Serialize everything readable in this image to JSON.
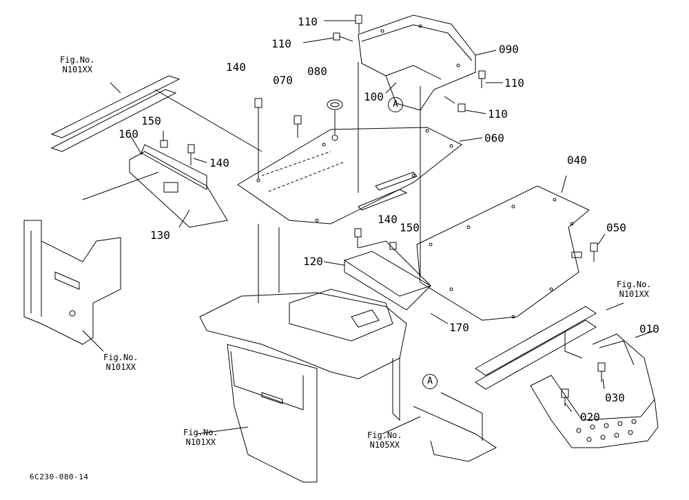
{
  "part_numbers": {
    "p010": "010",
    "p020": "020",
    "p030": "030",
    "p040": "040",
    "p050": "050",
    "p060": "060",
    "p070": "070",
    "p080": "080",
    "p090": "090",
    "p100": "100",
    "p110": "110",
    "p120": "120",
    "p130": "130",
    "p140": "140",
    "p150": "150",
    "p160": "160",
    "p170": "170"
  },
  "references": {
    "fig_label": "Fig.No.",
    "n101": "N101XX",
    "n105": "N105XX",
    "marker": "A"
  },
  "drawing_code": "6C230-080-14"
}
